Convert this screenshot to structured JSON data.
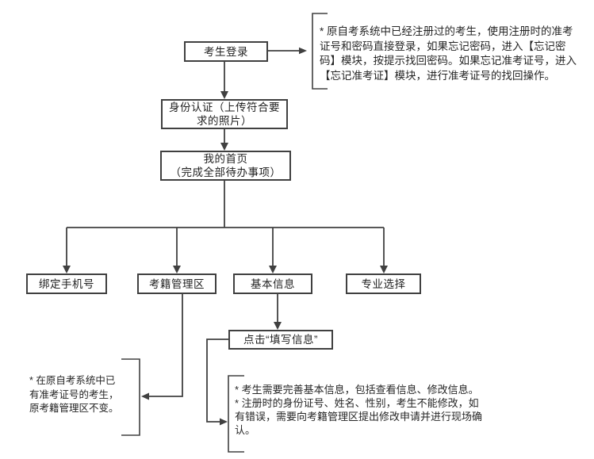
{
  "colors": {
    "line": "#404040",
    "box_border": "#404040",
    "text": "#1f1f1f",
    "background": "#ffffff"
  },
  "flowchart": {
    "nodes": {
      "login": {
        "label": "考生登录"
      },
      "identity": {
        "lines": [
          "身份认证（上传符合要",
          "求的照片）"
        ]
      },
      "home": {
        "lines": [
          "我的首页",
          "（完成全部待办事项）"
        ]
      },
      "bind_phone": {
        "label": "绑定手机号"
      },
      "registry_area": {
        "label": "考籍管理区"
      },
      "basic_info": {
        "label": "基本信息"
      },
      "major_select": {
        "label": "专业选择"
      },
      "fill_info": {
        "label": "点击“填写信息”"
      }
    },
    "annotations": {
      "login_note": {
        "lines": [
          "* 原自考系统中已经注册过的考生，使用注册时的准考",
          "证号和密码直接登录，如果忘记密码，进入【忘记密",
          "码】模块，按提示找回密码。如果忘记准考证号，进入",
          "【忘记准考证】模块，进行准考证号的找回操作。"
        ]
      },
      "registry_note": {
        "lines": [
          "* 在原自考系统中已",
          "有准考证号的考生，",
          "原考籍管理区不变。"
        ]
      },
      "basic_info_note": {
        "lines": [
          "* 考生需要完善基本信息，包括查看信息、修改信息。",
          "* 注册时的身份证号、姓名、性别，考生不能修改，如",
          "有错误，需要向考籍管理区提出修改申请并进行现场确",
          "认。"
        ]
      }
    }
  }
}
